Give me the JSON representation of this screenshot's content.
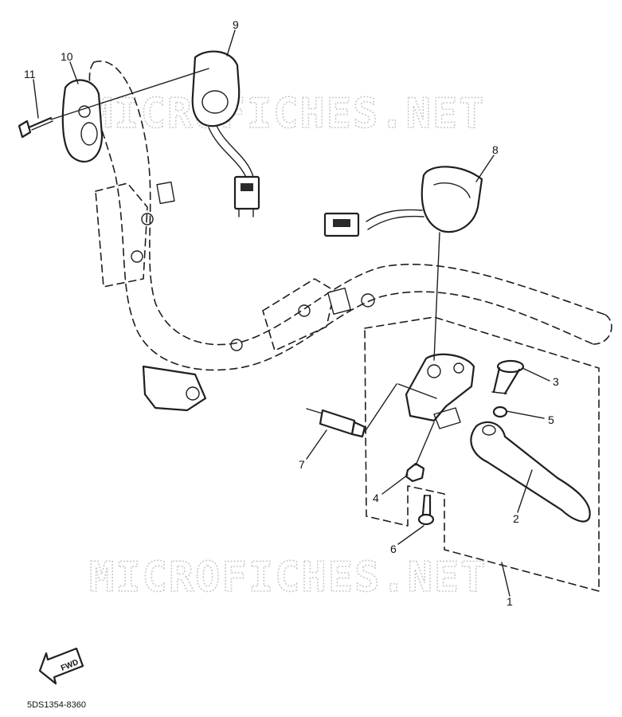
{
  "watermark": "MICROFICHES.NET",
  "drawing_code": "5DS1354-8360",
  "direction_label": "FWD",
  "callouts": [
    "1",
    "2",
    "3",
    "4",
    "5",
    "6",
    "7",
    "8",
    "9",
    "10",
    "11"
  ]
}
